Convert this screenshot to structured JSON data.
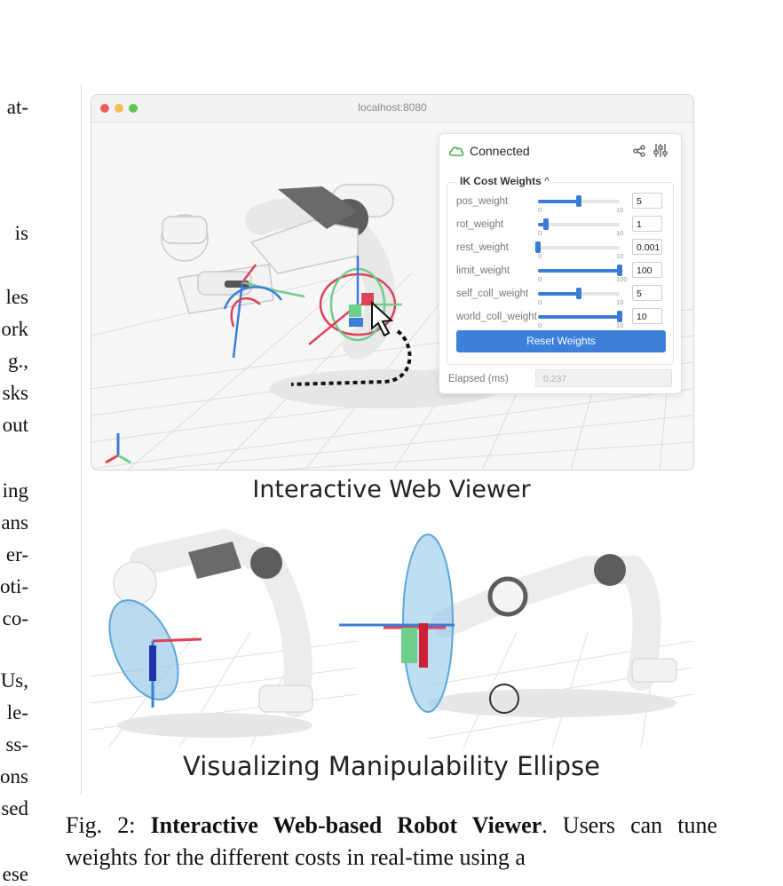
{
  "left_column_fragments": [
    "at-",
    "is",
    "les",
    "ork",
    "g.,",
    "sks",
    "out",
    "ing",
    "ans",
    "er-",
    "oti-",
    "co-",
    "Us,",
    "le-",
    "ss-",
    "ons",
    "sed",
    "ese"
  ],
  "browser": {
    "url": "localhost:8080",
    "traffic_lights": [
      "#ee5f5a",
      "#f4bd4f",
      "#5fc454"
    ]
  },
  "panel": {
    "status": "Connected",
    "group_title": "IK Cost Weights",
    "sliders": [
      {
        "label": "pos_weight",
        "min": "0",
        "max": "10",
        "fraction": 0.5,
        "value": "5"
      },
      {
        "label": "rot_weight",
        "min": "0",
        "max": "10",
        "fraction": 0.1,
        "value": "1"
      },
      {
        "label": "rest_weight",
        "min": "0",
        "max": "10",
        "fraction": 0.0,
        "value": "0.001"
      },
      {
        "label": "limit_weight",
        "min": "0",
        "max": "100",
        "fraction": 1.0,
        "value": "100"
      },
      {
        "label": "self_coll_weight",
        "min": "0",
        "max": "10",
        "fraction": 0.5,
        "value": "5"
      },
      {
        "label": "world_coll_weight",
        "min": "0",
        "max": "10",
        "fraction": 1.0,
        "value": "10"
      }
    ],
    "reset_label": "Reset Weights",
    "elapsed_label": "Elapsed (ms)",
    "elapsed_value": "0.237"
  },
  "headline_top": "Interactive Web Viewer",
  "headline_bottom": "Visualizing Manipulability Ellipse",
  "caption": {
    "prefix": "Fig. 2: ",
    "bold": "Interactive Web-based Robot Viewer",
    "rest": ". Users can tune weights for the different costs in real-time using a"
  },
  "colors": {
    "accent": "#3d80dc",
    "status_green": "#4caf50",
    "axis_red": "#e0405a",
    "axis_green": "#6dcf8a",
    "axis_blue": "#3b7ed6",
    "ellipse": "#5aa7d9"
  }
}
